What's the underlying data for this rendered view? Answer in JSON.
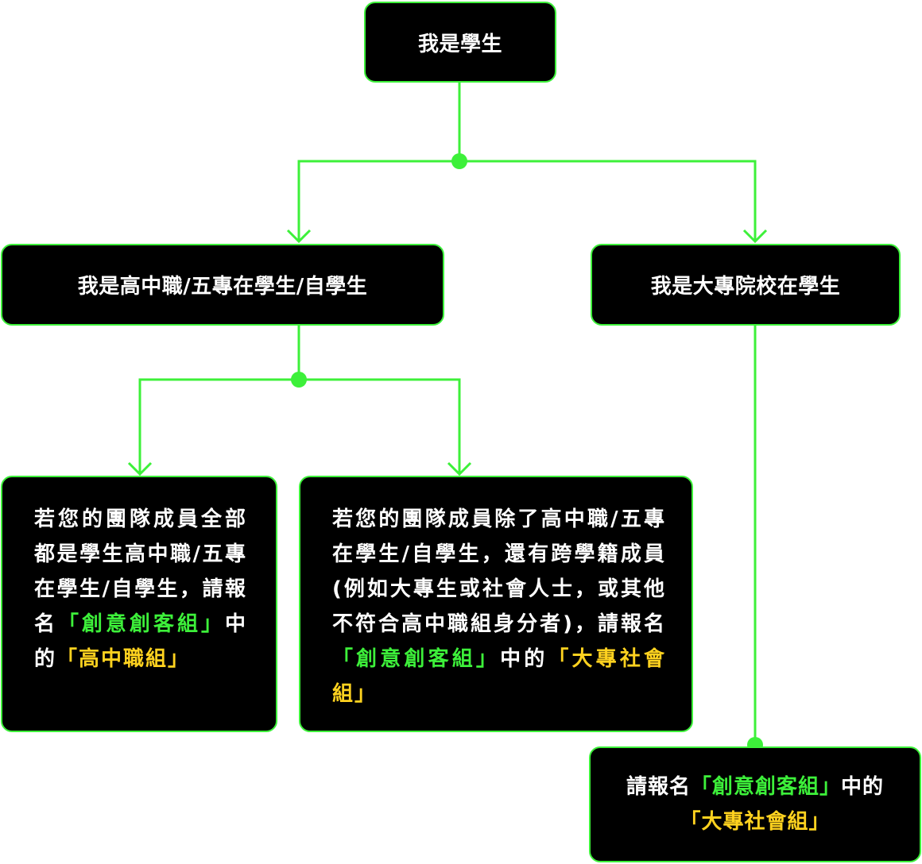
{
  "colors": {
    "node_bg": "#000000",
    "node_border": "#3df03a",
    "connector": "#3df03a",
    "text": "#ffffff",
    "highlight_green": "#3df03a",
    "highlight_yellow": "#ffd21f"
  },
  "nodes": {
    "root": {
      "label": "我是學生"
    },
    "highschool": {
      "label": "我是高中職/五專在學生/自學生"
    },
    "college": {
      "label": "我是大專院校在學生"
    },
    "hs_all": {
      "text_1": "若您的團隊成員全部都是學生高中職/五專在學生/自學生，請報名",
      "group_1": "「創意創客組」",
      "text_2": "中的",
      "group_2": "「高中職組」"
    },
    "hs_mixed": {
      "text_1": "若您的團隊成員除了高中職/五專在學生/自學生，還有跨學籍成員(例如大專生或社會人士，或其他不符合高中職組身分者)，請報名",
      "group_1": "「創意創客組」",
      "text_2": "中的",
      "group_2": "「大專社會組」"
    },
    "college_result": {
      "text_1": "請報名",
      "group_1": "「創意創客組」",
      "text_2": "中的",
      "group_2": "「大專社會組」"
    }
  }
}
